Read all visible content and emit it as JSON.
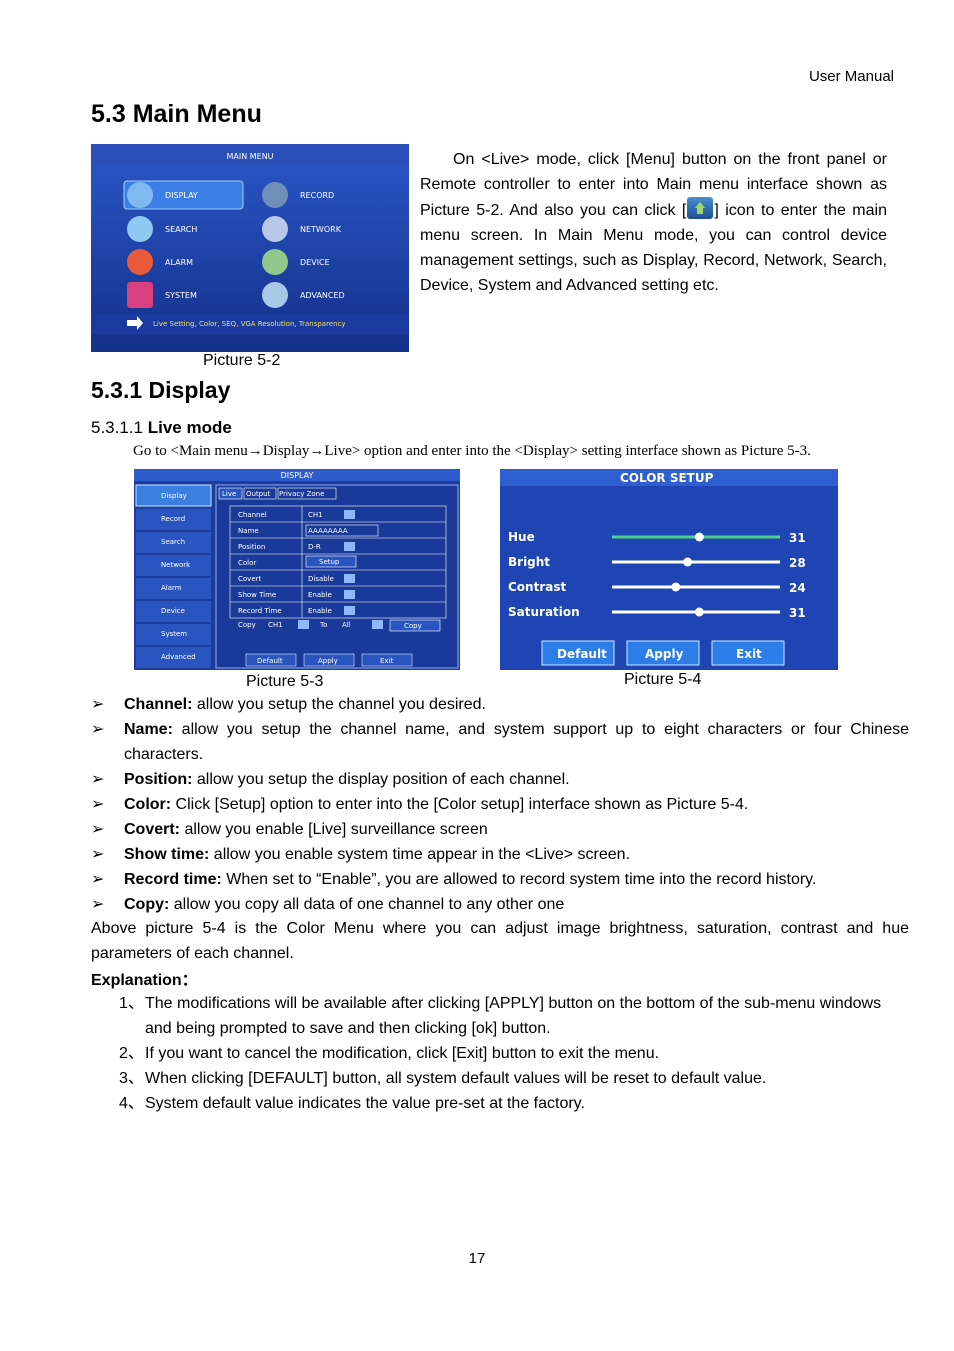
{
  "header": {
    "right": "User  Manual"
  },
  "section": {
    "title": "5.3 Main Menu",
    "intro": {
      "line1": "On <Live> mode, click [Menu] button on the front panel or Remote controller to enter into Main menu interface shown as Picture 5-2. And also you can click [",
      "line2": "] icon to enter the main menu screen. In Main Menu mode, you can control device management settings, such as Display, Record, Network, Search, Device, System and Advanced setting etc."
    },
    "caption_5_2": "Picture 5-2"
  },
  "main_menu_shot": {
    "title": "MAIN MENU",
    "items": [
      "DISPLAY",
      "RECORD",
      "SEARCH",
      "NETWORK",
      "ALARM",
      "DEVICE",
      "SYSTEM",
      "ADVANCED"
    ],
    "hint": "Live Setting, Color, SEQ, VGA Resolution, Transparency"
  },
  "subsection": {
    "title": "5.3.1 Display",
    "sub_num": "5.3.1.1 ",
    "sub_title": "Live mode",
    "goto": "Go to <Main menu→Display→Live> option and enter into the <Display> setting interface shown as Picture 5-3."
  },
  "display_shot": {
    "title": "DISPLAY",
    "side": [
      "Display",
      "Record",
      "Search",
      "Network",
      "Alarm",
      "Device",
      "System",
      "Advanced"
    ],
    "tabs": [
      "Live",
      "Output",
      "Privacy Zone"
    ],
    "rows": [
      {
        "label": "Channel",
        "value": "CH1"
      },
      {
        "label": "Name",
        "value": "AAAAAAAA"
      },
      {
        "label": "Position",
        "value": "D-R"
      },
      {
        "label": "Color",
        "value": "Setup"
      },
      {
        "label": "Covert",
        "value": "Disable"
      },
      {
        "label": "Show Time",
        "value": "Enable"
      },
      {
        "label": "Record Time",
        "value": "Enable"
      }
    ],
    "copy_label": "Copy",
    "copy_from": "CH1",
    "to_label": "To",
    "copy_to": "All",
    "copy_btn": "Copy",
    "buttons": [
      "Default",
      "Apply",
      "Exit"
    ]
  },
  "color_shot": {
    "title": "COLOR SETUP",
    "sliders": [
      {
        "label": "Hue",
        "value": "31",
        "level": 0.52
      },
      {
        "label": "Bright",
        "value": "28",
        "level": 0.45
      },
      {
        "label": "Contrast",
        "value": "24",
        "level": 0.38
      },
      {
        "label": "Saturation",
        "value": "31",
        "level": 0.52
      }
    ],
    "buttons": [
      "Default",
      "Apply",
      "Exit"
    ]
  },
  "captions": {
    "p53": "Picture 5-3",
    "p54": "Picture 5-4"
  },
  "bullets": [
    {
      "term": "Channel:",
      "text": " allow you setup the channel you desired."
    },
    {
      "term": "Name:",
      "text": " allow you setup the channel name, and system support up to eight characters or four Chinese characters."
    },
    {
      "term": "Position:",
      "text": " allow you setup the display position of each channel."
    },
    {
      "term": "Color:",
      "text": " Click [Setup] option to enter into the [Color setup] interface shown as Picture 5-4."
    },
    {
      "term": "Covert:",
      "text": " allow you enable [Live] surveillance screen"
    },
    {
      "term": "Show time:",
      "text": " allow you enable system time appear in the <Live> screen."
    },
    {
      "term": "Record time:",
      "text": " When set to “Enable”, you are allowed to record system time into the record history."
    },
    {
      "term": "Copy:",
      "text": " allow you copy all data of one channel to any other one"
    }
  ],
  "paragraph": "Above picture 5-4 is the Color Menu where you can adjust image brightness, saturation, contrast and hue parameters of each channel.",
  "explanation_title": "Explanation：",
  "explanations": [
    {
      "num": "1、",
      "text": "The modifications will be available after clicking [APPLY] button on the bottom of the sub-menu windows and being prompted to save and then clicking [ok] button."
    },
    {
      "num": "2、",
      "text": "If you want to cancel the modification, click [Exit] button to exit the menu."
    },
    {
      "num": "3、",
      "text": "When clicking [DEFAULT] button, all system default values will be reset to default value."
    },
    {
      "num": "4、",
      "text": "System default value indicates the value pre-set at the factory."
    }
  ],
  "page_number": "17",
  "colors": {
    "screen_blue": "#1a3a9a",
    "panel_blue": "#1f45b5",
    "slider_green": "#4fd08a"
  }
}
